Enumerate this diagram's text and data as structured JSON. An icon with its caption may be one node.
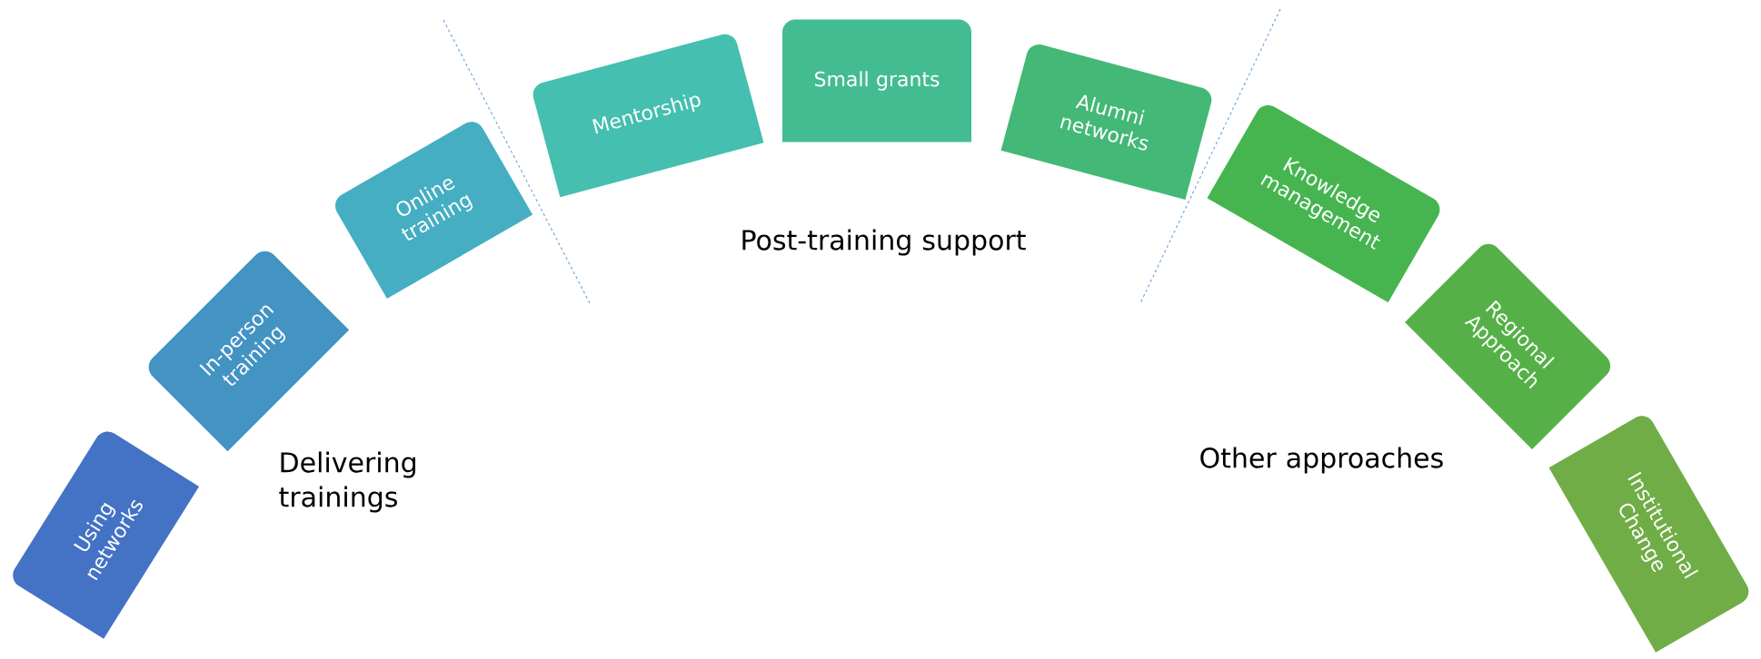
{
  "diagram": {
    "nodes": [
      {
        "text": [
          "Using networks"
        ]
      },
      {
        "text": [
          "In-person training"
        ]
      },
      {
        "text": [
          "Online training"
        ]
      },
      {
        "text": [
          "Mentorship"
        ]
      },
      {
        "text": [
          "Small grants"
        ]
      },
      {
        "text": [
          "Alumni networks"
        ]
      },
      {
        "text": [
          "Knowledge management"
        ]
      },
      {
        "text": [
          "Regional Approach"
        ]
      },
      {
        "text": [
          "Institutional Change"
        ]
      }
    ],
    "labels": [
      "Delivering trainings",
      "Post-training support",
      "Other approaches"
    ]
  }
}
